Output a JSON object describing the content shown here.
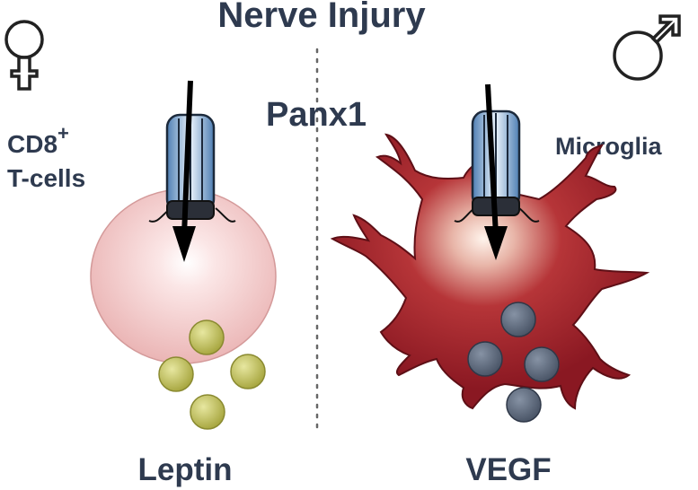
{
  "title": "Nerve Injury",
  "channel_label": "Panx1",
  "left": {
    "symbol": "♀",
    "cell_label_main": "CD8",
    "cell_label_sup": "+",
    "cell_label_line2": "T-cells",
    "secreted_label": "Leptin",
    "particle_color": "#c8c860"
  },
  "right": {
    "symbol": "♂",
    "cell_label": "Microglia",
    "secreted_label": "VEGF",
    "particle_color": "#5f6b7d"
  },
  "colors": {
    "text": "#2e3a4f",
    "tcell": "#eebcbc",
    "microglia": "#a8202a",
    "channel_blue": "#6f9bc8"
  }
}
